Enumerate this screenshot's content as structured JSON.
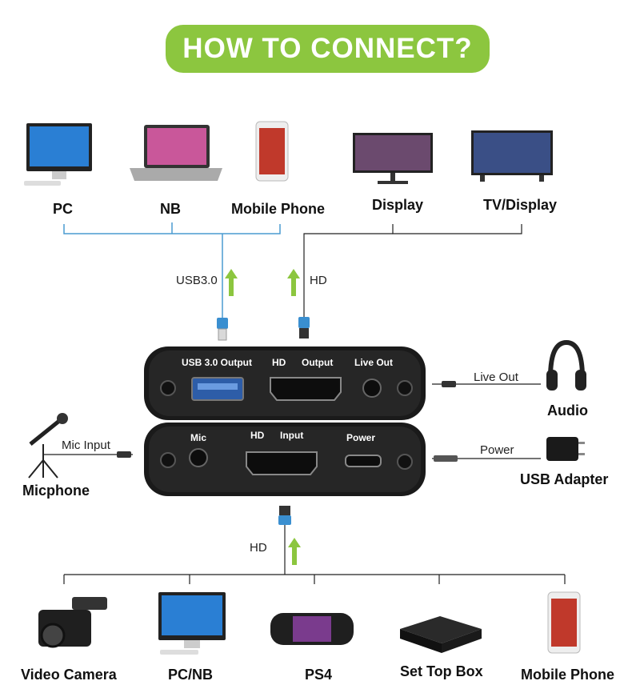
{
  "title": "HOW TO CONNECT?",
  "top_devices": {
    "pc": "PC",
    "nb": "NB",
    "mobile_phone": "Mobile Phone",
    "display": "Display",
    "tv_display": "TV/Display"
  },
  "cable_labels": {
    "usb3": "USB3.0",
    "hd_out": "HD",
    "hd_in": "HD",
    "live_out": "Live Out",
    "mic_input": "Mic Input",
    "power": "Power"
  },
  "side_devices": {
    "audio": "Audio",
    "usb_adapter": "USB Adapter",
    "micphone": "Micphone"
  },
  "upper_panel_ports": {
    "usb_output": "USB 3.0 Output",
    "hd": "HD",
    "output": "Output",
    "live_out": "Live Out"
  },
  "lower_panel_ports": {
    "mic": "Mic",
    "hd": "HD",
    "input": "Input",
    "power": "Power"
  },
  "bottom_devices": {
    "video_camera": "Video Camera",
    "pc_nb": "PC/NB",
    "ps4": "PS4",
    "set_top_box": "Set Top Box",
    "mobile_phone": "Mobile Phone"
  },
  "colors": {
    "accent_green": "#8cc63f",
    "usb_line": "#4a9bd0",
    "hd_line": "#222222",
    "device_body": "#1a1a1a"
  }
}
